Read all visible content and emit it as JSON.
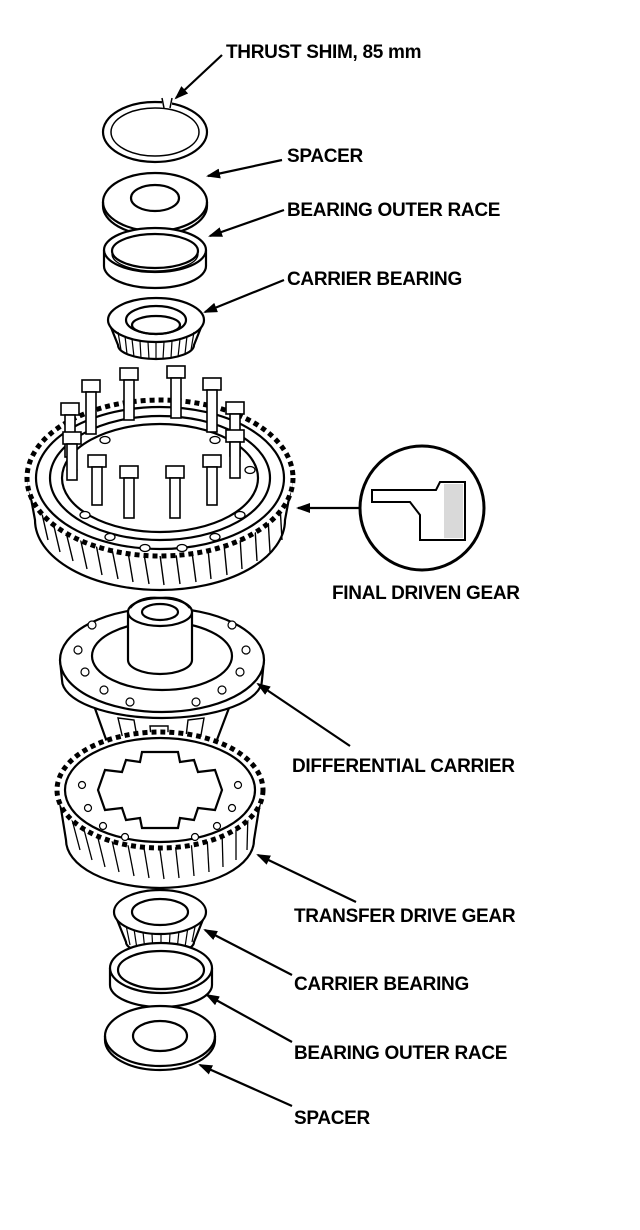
{
  "diagram": {
    "labels": {
      "thrust_shim": "THRUST SHIM, 85 mm",
      "spacer_top": "SPACER",
      "bearing_outer_race_top": "BEARING OUTER RACE",
      "carrier_bearing_top": "CARRIER BEARING",
      "final_driven_gear": "FINAL DRIVEN GEAR",
      "differential_carrier": "DIFFERENTIAL CARRIER",
      "transfer_drive_gear": "TRANSFER DRIVE GEAR",
      "carrier_bearing_bottom": "CARRIER BEARING",
      "bearing_outer_race_bottom": "BEARING OUTER RACE",
      "spacer_bottom": "SPACER"
    },
    "ink_color": "#000000",
    "background_color": "#ffffff"
  }
}
